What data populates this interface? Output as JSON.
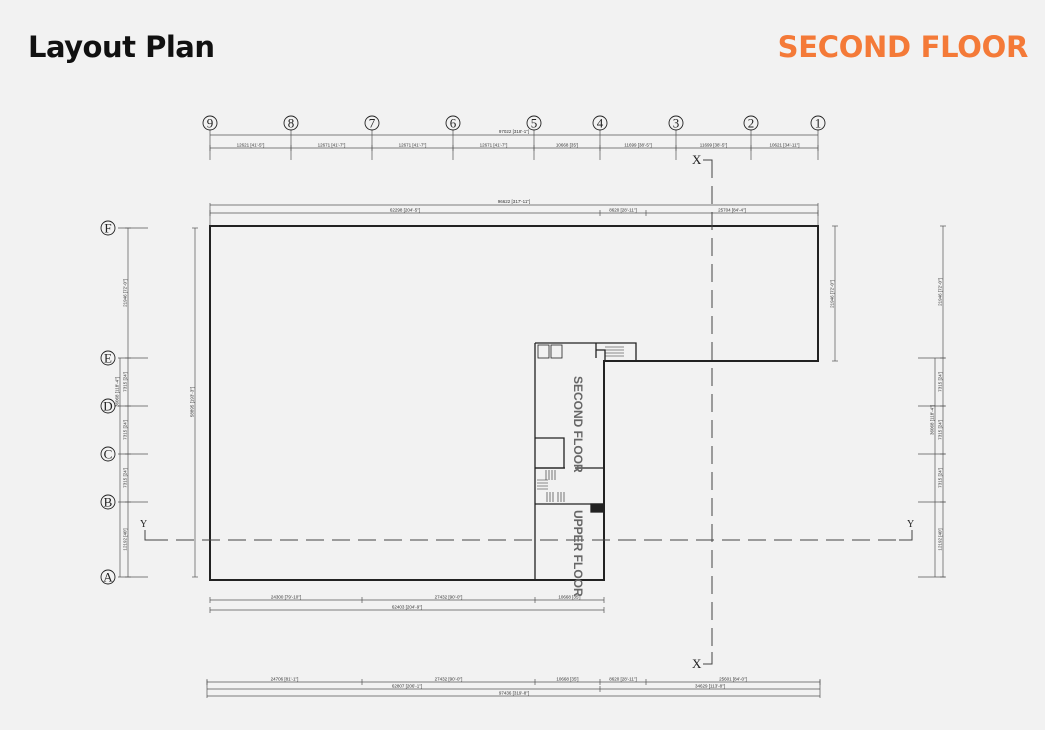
{
  "header": {
    "title": "Layout Plan",
    "floor_label": "SECOND FLOOR",
    "floor_color": "#f47a38"
  },
  "plan": {
    "column_grid": [
      "9",
      "8",
      "7",
      "6",
      "5",
      "4",
      "3",
      "2",
      "1"
    ],
    "row_grid": [
      "F",
      "E",
      "D",
      "C",
      "B",
      "A"
    ],
    "section_marks": {
      "x": "X",
      "y": "Y"
    },
    "rooms": {
      "second_floor": "SECOND FLOOR",
      "upper_floor": "UPPER FLOOR"
    },
    "dims_top_grid": [
      "12621 [41'-5\"]",
      "12671 [41'-7\"]",
      "12671 [41'-7\"]",
      "12671 [41'-7\"]",
      "10668 [35']",
      "11699 [38'-5\"]",
      "11699 [38'-5\"]",
      "10621 [34'-11\"]"
    ],
    "dim_top_grid_total": "97022 [318'-1\"]",
    "dim_top_outline_total": "96622 [317'-11\"]",
    "dims_top_outline": [
      "62298 [204'-5\"]",
      "8620 [28'-11\"]",
      "25704 [84'-4\"]"
    ],
    "dims_bottom_near": [
      "24300 [79'-10\"]",
      "27432 [90'-0\"]",
      "10668 [35']"
    ],
    "dim_bottom_near_total": "62403 [204'-9\"]",
    "dims_bottom_far": [
      "24706 [81'-1\"]",
      "27432 [90'-0\"]",
      "10668 [35']",
      "8620 [28'-11\"]",
      "25601 [84'-0\"]"
    ],
    "dims_bottom_far_sub": [
      "62807 [206'-1\"]",
      "34629 [113'-8\"]"
    ],
    "dim_bottom_far_total": "97436 [319'-8\"]",
    "dims_left": [
      "21946 [72'-0\"]",
      "7315 [24']",
      "7315 [24']",
      "7315 [24']",
      "12192 [40']"
    ],
    "dim_left_sub": "36068 [118'-4\"]",
    "dim_left_total": "58895 [193'-3\"]",
    "dim_right_wing": "21946 [72'-0\"]",
    "dims_right": [
      "21946 [72'-0\"]",
      "7315 [24']",
      "7315 [24']",
      "7315 [24']",
      "12192 [40']"
    ],
    "dim_right_sub": "36068 [118'-4\"]"
  }
}
